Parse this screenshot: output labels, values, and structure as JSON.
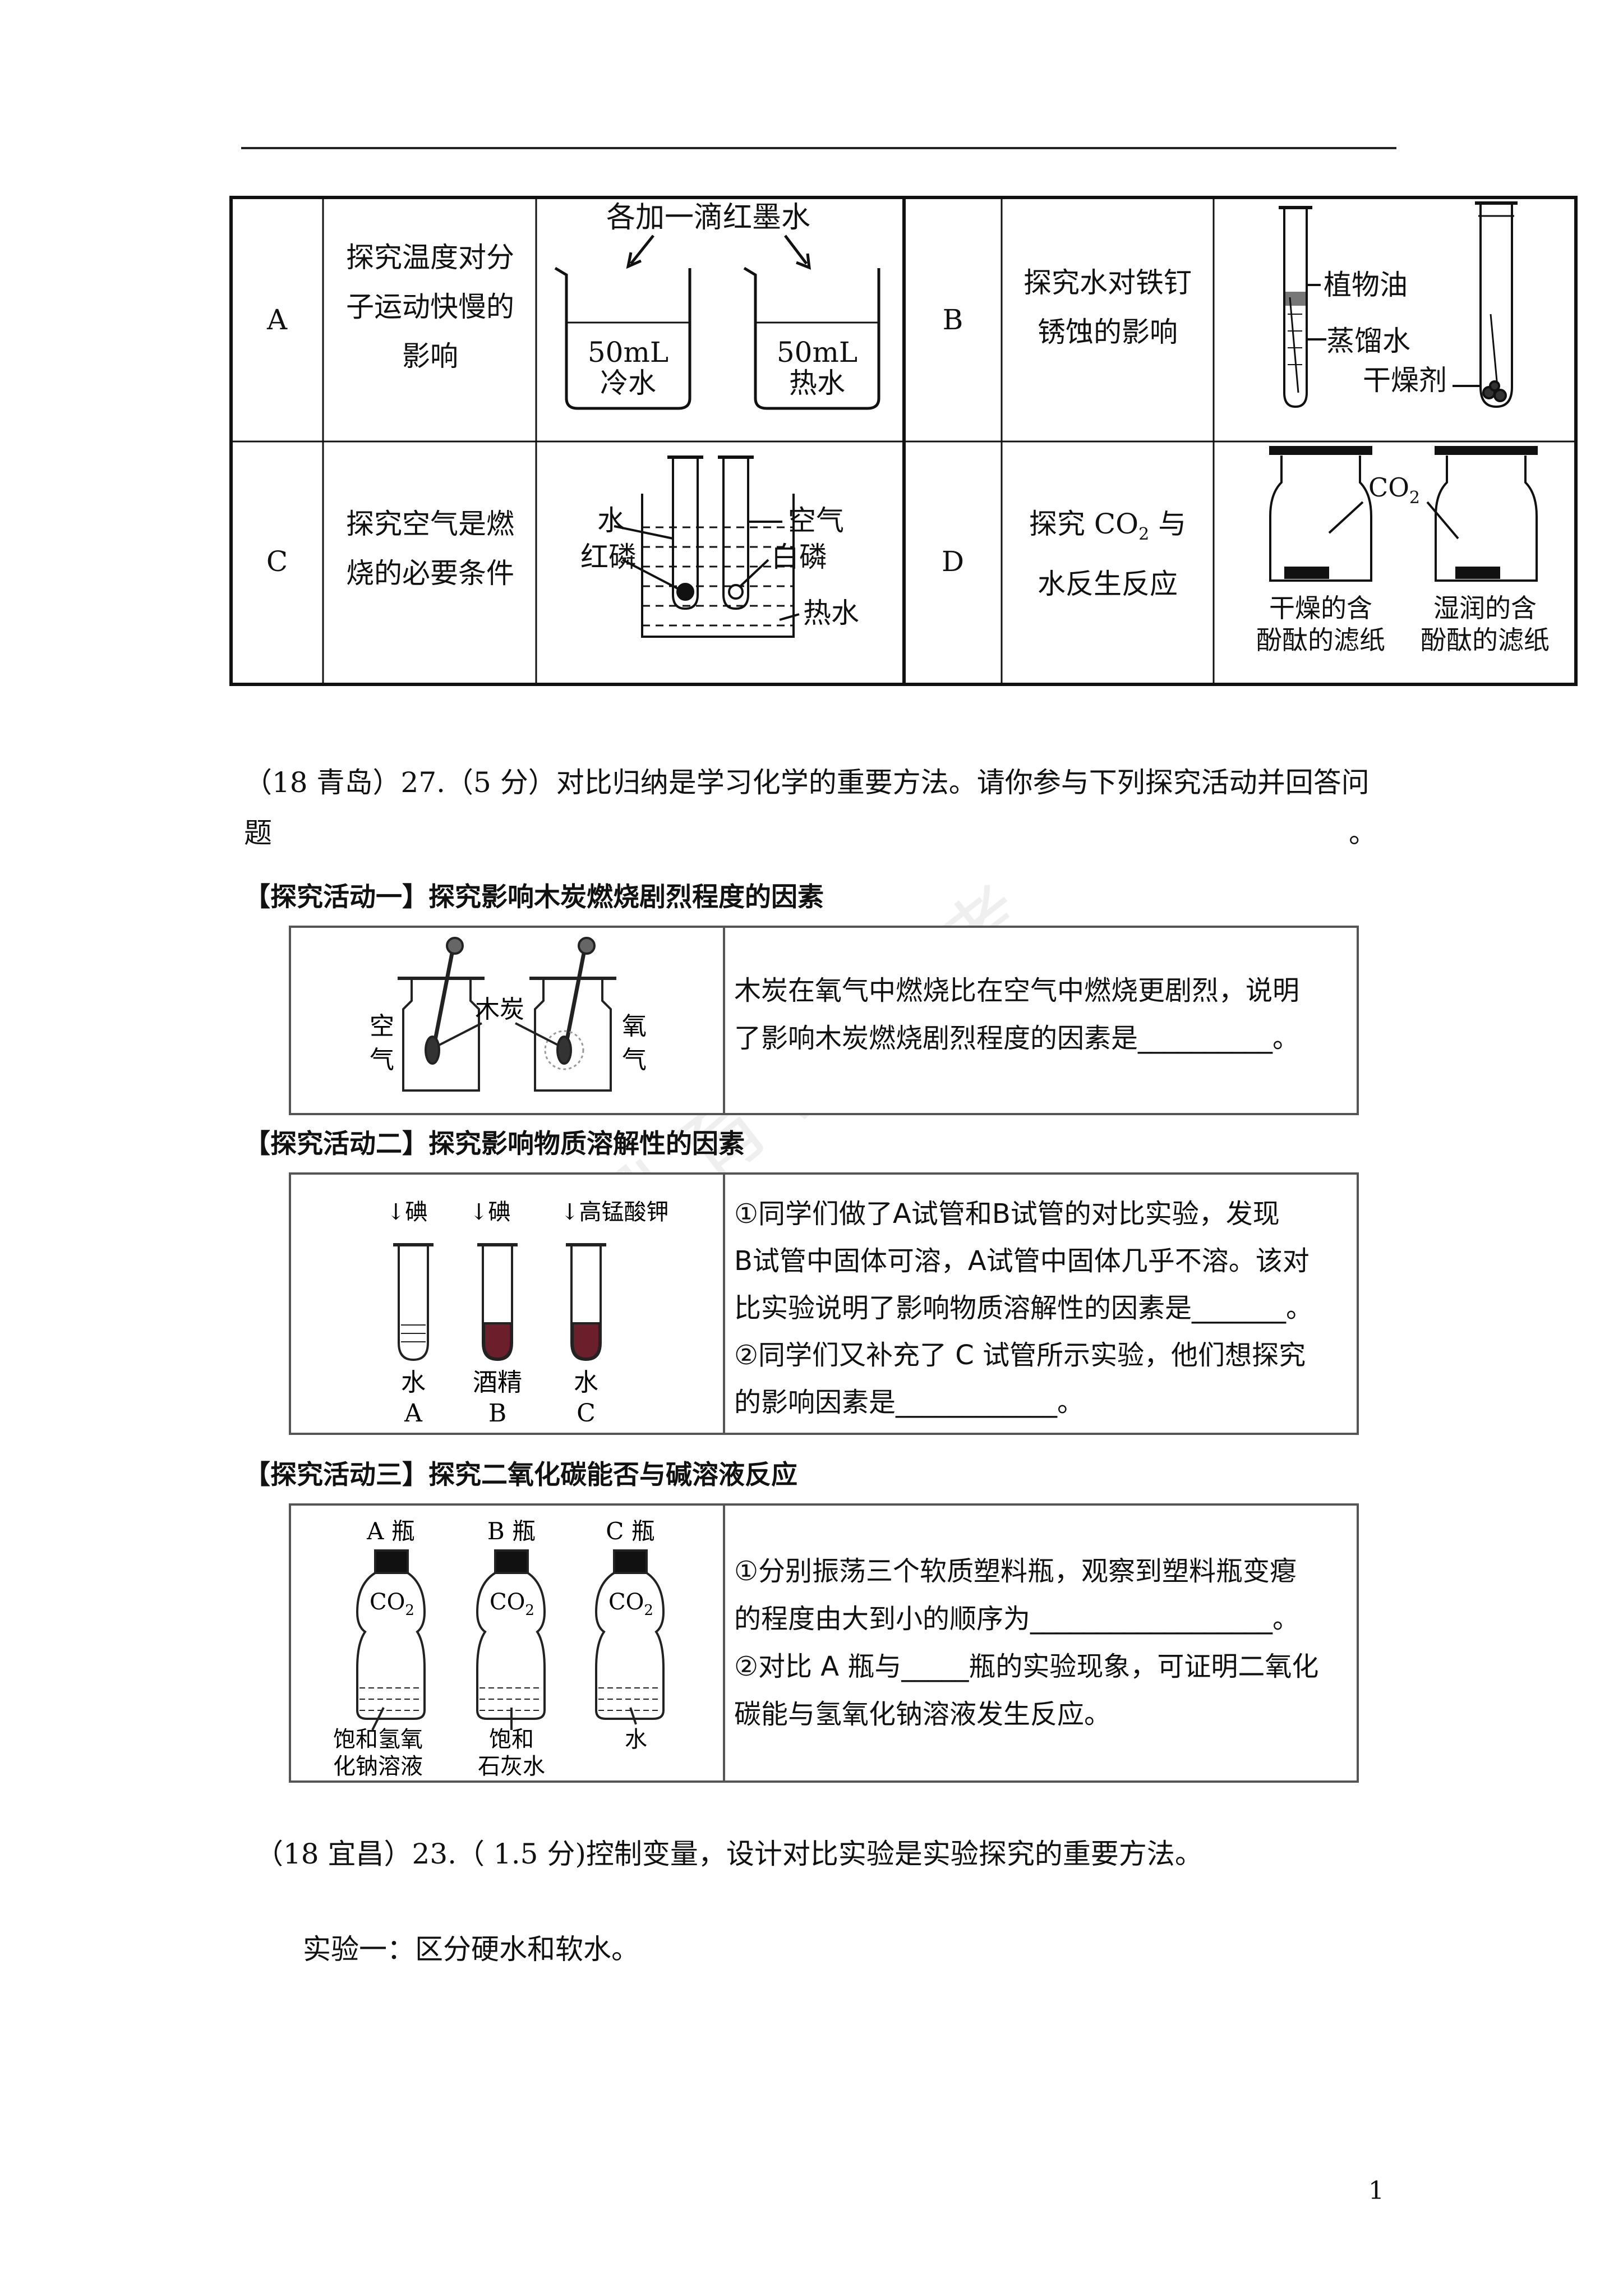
{
  "top_table": {
    "rows": [
      {
        "left": {
          "letter": "A",
          "desc": "探究温度对分子运动快慢的影响",
          "fig": {
            "top_label": "各加一滴红墨水",
            "left_vol": "50mL",
            "left_kind": "冷水",
            "right_vol": "50mL",
            "right_kind": "热水"
          }
        },
        "right": {
          "letter": "B",
          "desc": "探究水对铁钉锈蚀的影响",
          "fig": {
            "oil": "植物油",
            "water": "蒸馏水",
            "dryer": "干燥剂"
          }
        }
      },
      {
        "left": {
          "letter": "C",
          "desc": "探究空气是燃烧的必要条件",
          "fig": {
            "water": "水",
            "red_p": "红磷",
            "air": "空气",
            "white_p": "白磷",
            "hot_water": "热水"
          }
        },
        "right": {
          "letter": "D",
          "desc_prefix": "探究 CO",
          "desc_sub": "2",
          "desc_suffix": " 与水反生反应",
          "fig": {
            "gas": "CO",
            "gas_sub": "2",
            "dry_1": "干燥的含",
            "dry_2": "酚酞的滤纸",
            "wet_1": "湿润的含",
            "wet_2": "酚酞的滤纸"
          }
        }
      }
    ]
  },
  "q27": {
    "line1": "（18 青岛）27.（5 分）对比归纳是学习化学的重要方法。请你参与下列探究活动并回答问",
    "line2_start": "题",
    "line2_end": "。"
  },
  "activity1": {
    "title": "【探究活动一】探究影响木炭燃烧剧烈程度的因素",
    "fig": {
      "air_1": "空",
      "air_2": "气",
      "charcoal": "木炭",
      "oxy_1": "氧",
      "oxy_2": "气"
    },
    "text_1": "木炭在氧气中燃烧比在空气中燃烧更剧烈，说明",
    "text_2": "了影响木炭燃烧剧烈程度的因素是__________。"
  },
  "activity2": {
    "title": "【探究活动二】探究影响物质溶解性的因素",
    "fig": {
      "add_a": "↓碘",
      "add_b": "↓碘",
      "add_c": "↓高锰酸钾",
      "sol_a": "水",
      "sol_b": "酒精",
      "sol_c": "水",
      "lab_a": "A",
      "lab_b": "B",
      "lab_c": "C"
    },
    "lines": [
      "①同学们做了A试管和B试管的对比实验，发现",
      "B试管中固体可溶，A试管中固体几乎不溶。该对",
      "比实验说明了影响物质溶解性的因素是_______。",
      "②同学们又补充了 C 试管所示实验，他们想探究",
      "的影响因素是____________。"
    ]
  },
  "activity3": {
    "title": "【探究活动三】探究二氧化碳能否与碱溶液反应",
    "fig": {
      "bottle_a": "A 瓶",
      "bottle_b": "B 瓶",
      "bottle_c": "C 瓶",
      "gas": "CO",
      "gas_sub": "2",
      "liq_a_1": "饱和氢氧",
      "liq_a_2": "化钠溶液",
      "liq_b_1": "饱和",
      "liq_b_2": "石灰水",
      "liq_c": "水"
    },
    "lines": [
      "①分别振荡三个软质塑料瓶，观察到塑料瓶变瘪",
      "的程度由大到小的顺序为__________________。",
      "②对比 A 瓶与_____瓶的实验现象，可证明二氧化",
      "碳能与氢氧化钠溶液发生反应。"
    ]
  },
  "q23": "（18 宜昌）23.（  1.5 分)控制变量，设计对比实验是实验探究的重要方法。",
  "exp1": "实验一：区分硬水和软水。",
  "page_number": "1"
}
